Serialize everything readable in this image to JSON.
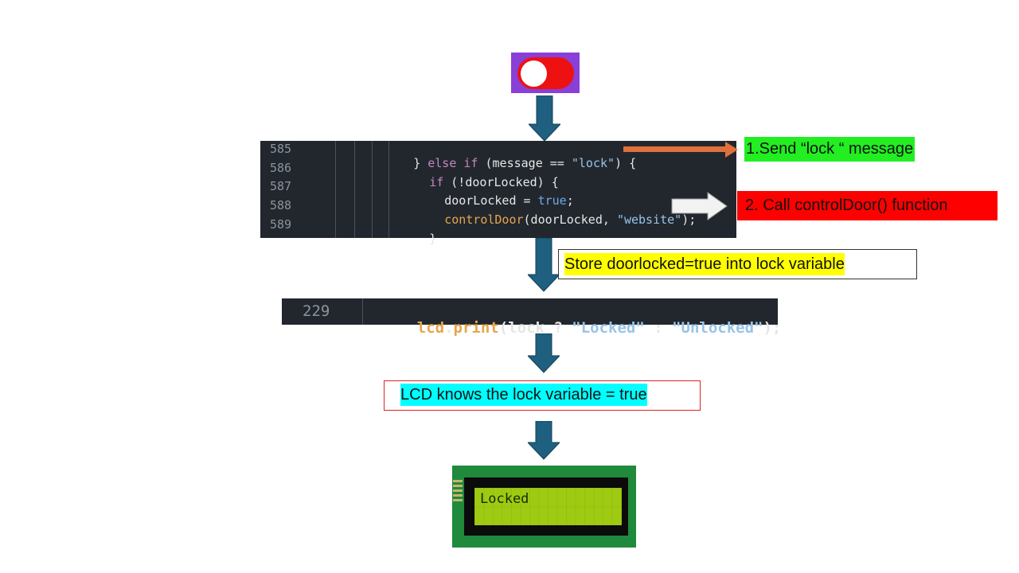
{
  "code1": {
    "lines": [
      {
        "num": "585",
        "parts": [
          "} ",
          "else if",
          " (message == ",
          "\"lock\"",
          ") {"
        ]
      },
      {
        "num": "586",
        "parts": [
          "if",
          " (!doorLocked) {"
        ]
      },
      {
        "num": "587",
        "parts": [
          "doorLocked = ",
          "true",
          ";"
        ]
      },
      {
        "num": "588",
        "parts": [
          "controlDoor",
          "(doorLocked, ",
          "\"website\"",
          ");"
        ]
      },
      {
        "num": "589",
        "parts": [
          "}"
        ]
      }
    ]
  },
  "code2": {
    "num": "229",
    "parts": [
      "lcd",
      ".",
      "print",
      "(lock ? ",
      "\"Locked\"",
      " : ",
      "\"Unlocked\"",
      ");"
    ]
  },
  "notes": {
    "send": "1.Send “lock “ message",
    "call": "2. Call controlDoor() function",
    "store": "Store doorlocked=true into lock variable",
    "lcd": "LCD knows the lock variable = true"
  },
  "lcd": {
    "text": "Locked"
  },
  "colors": {
    "arrow": "#1f5f80",
    "toggle_bg": "#8a3fd6",
    "toggle_on": "#ee1111",
    "send_bg": "#22ee22",
    "call_bg": "#ff0000",
    "store_bg": "#ffff00",
    "lcd_bg": "#00ffff",
    "orange_arrow": "#e0703a"
  }
}
